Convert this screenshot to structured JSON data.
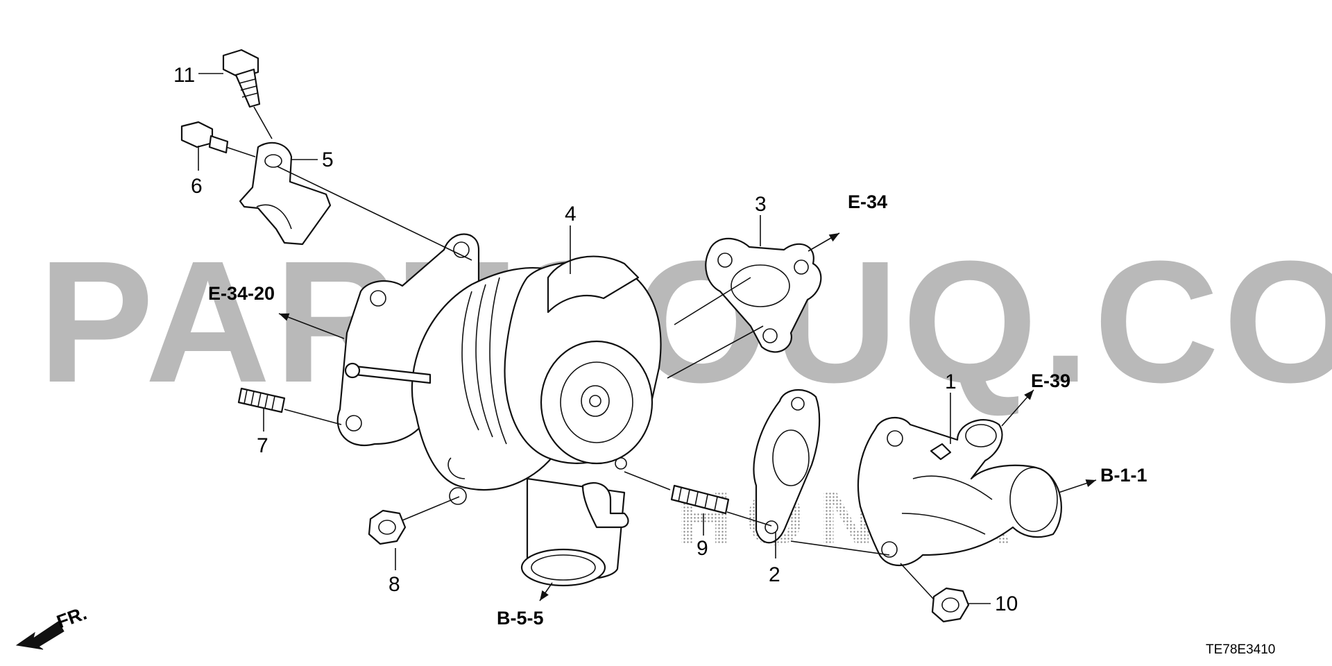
{
  "watermark": {
    "text": "PARTSOUQ.COM",
    "brand_text": "HONDA"
  },
  "callouts": {
    "p1": "1",
    "p2": "2",
    "p3": "3",
    "p4": "4",
    "p5": "5",
    "p6": "6",
    "p7": "7",
    "p8": "8",
    "p9": "9",
    "p10": "10",
    "p11": "11"
  },
  "references": {
    "e34": "E-34",
    "e34_20": "E-34-20",
    "e39": "E-39",
    "b11": "B-1-1",
    "b55": "B-5-5"
  },
  "direction": {
    "label": "FR."
  },
  "diagram_code": "TE78E3410",
  "colors": {
    "watermark": "#b9b9b9",
    "line": "#111111",
    "background": "#ffffff"
  }
}
